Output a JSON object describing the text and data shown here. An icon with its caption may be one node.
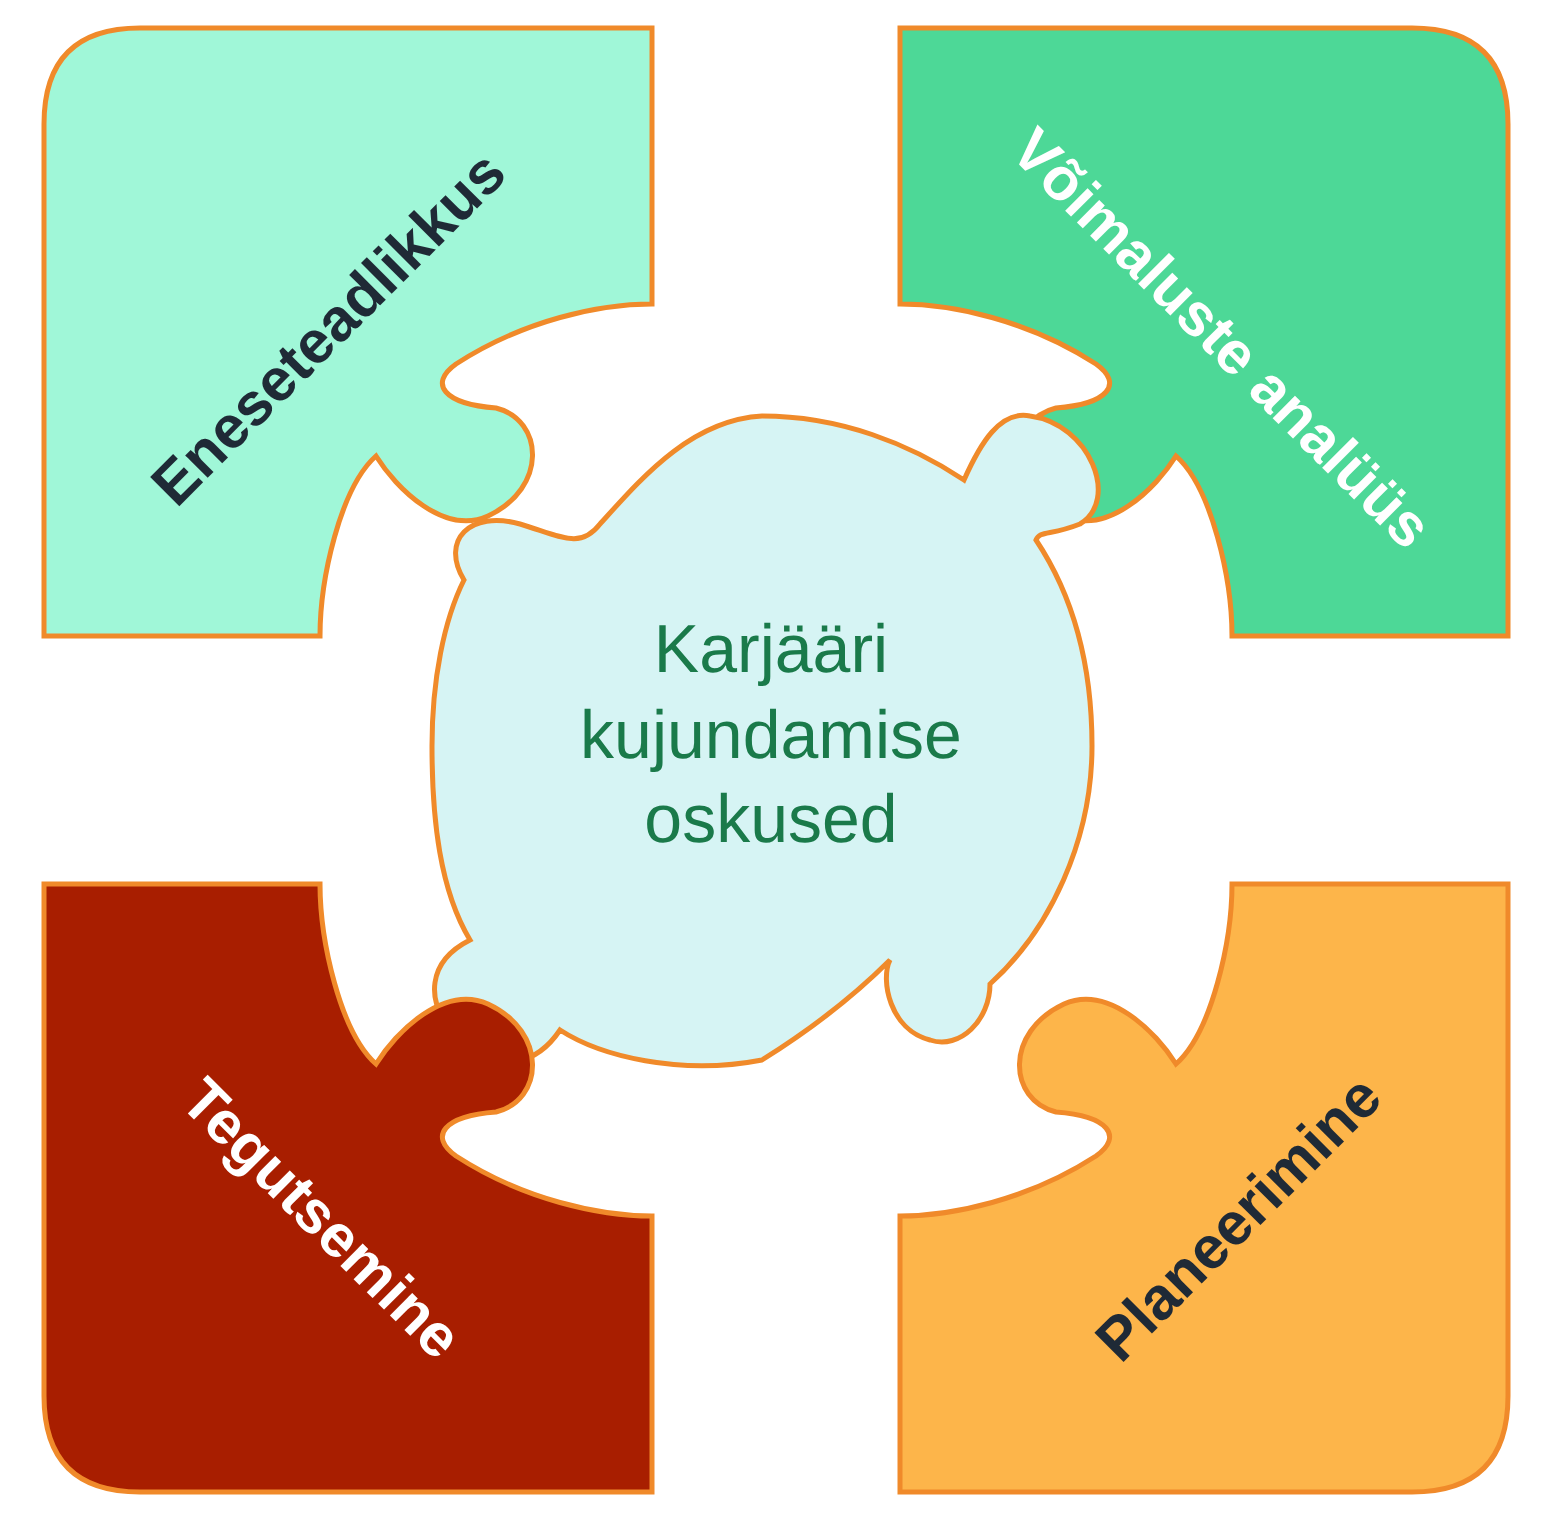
{
  "diagram": {
    "nodes": [
      {
        "text": [
          "Eneseteadlikkus"
        ]
      },
      {
        "text": [
          "Võimaluste analüüs"
        ]
      },
      {
        "text": [
          "Karjääri kujundamise oskused"
        ]
      },
      {
        "text": [
          "Tegutsemine"
        ]
      },
      {
        "text": [
          "Planeerimine"
        ]
      }
    ]
  }
}
